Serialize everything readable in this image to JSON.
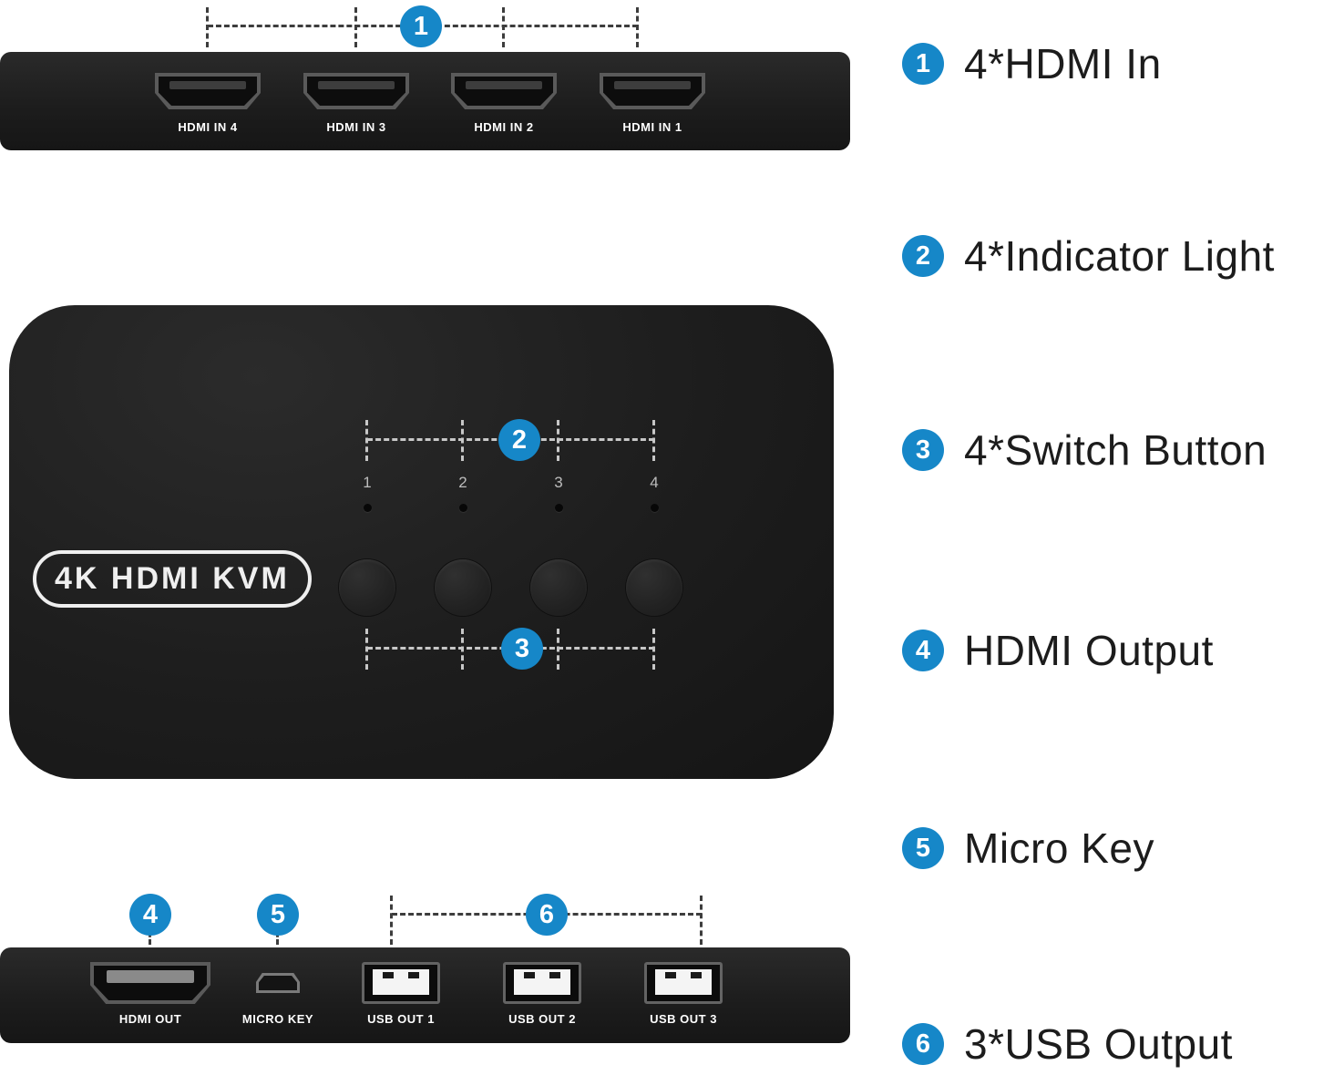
{
  "colors": {
    "accent": "#1687c8",
    "device_black": "#1c1c1c",
    "background": "#ffffff"
  },
  "device": {
    "logo": "4K HDMI KVM"
  },
  "back_panel": {
    "ports": [
      {
        "label": "HDMI IN 4"
      },
      {
        "label": "HDMI IN 3"
      },
      {
        "label": "HDMI IN 2"
      },
      {
        "label": "HDMI IN 1"
      }
    ]
  },
  "top_view": {
    "indicators": [
      "1",
      "2",
      "3",
      "4"
    ]
  },
  "front_panel": {
    "hdmi_out": "HDMI OUT",
    "micro_key": "MICRO KEY",
    "usb_ports": [
      {
        "label": "USB OUT 1"
      },
      {
        "label": "USB OUT 2"
      },
      {
        "label": "USB OUT 3"
      }
    ]
  },
  "callouts": {
    "one": "1",
    "two": "2",
    "three": "3",
    "four": "4",
    "five": "5",
    "six": "6"
  },
  "legend": [
    {
      "num": "1",
      "label": "4*HDMI In"
    },
    {
      "num": "2",
      "label": "4*Indicator Light"
    },
    {
      "num": "3",
      "label": "4*Switch Button"
    },
    {
      "num": "4",
      "label": "HDMI Output"
    },
    {
      "num": "5",
      "label": "Micro Key"
    },
    {
      "num": "6",
      "label": "3*USB Output"
    }
  ]
}
